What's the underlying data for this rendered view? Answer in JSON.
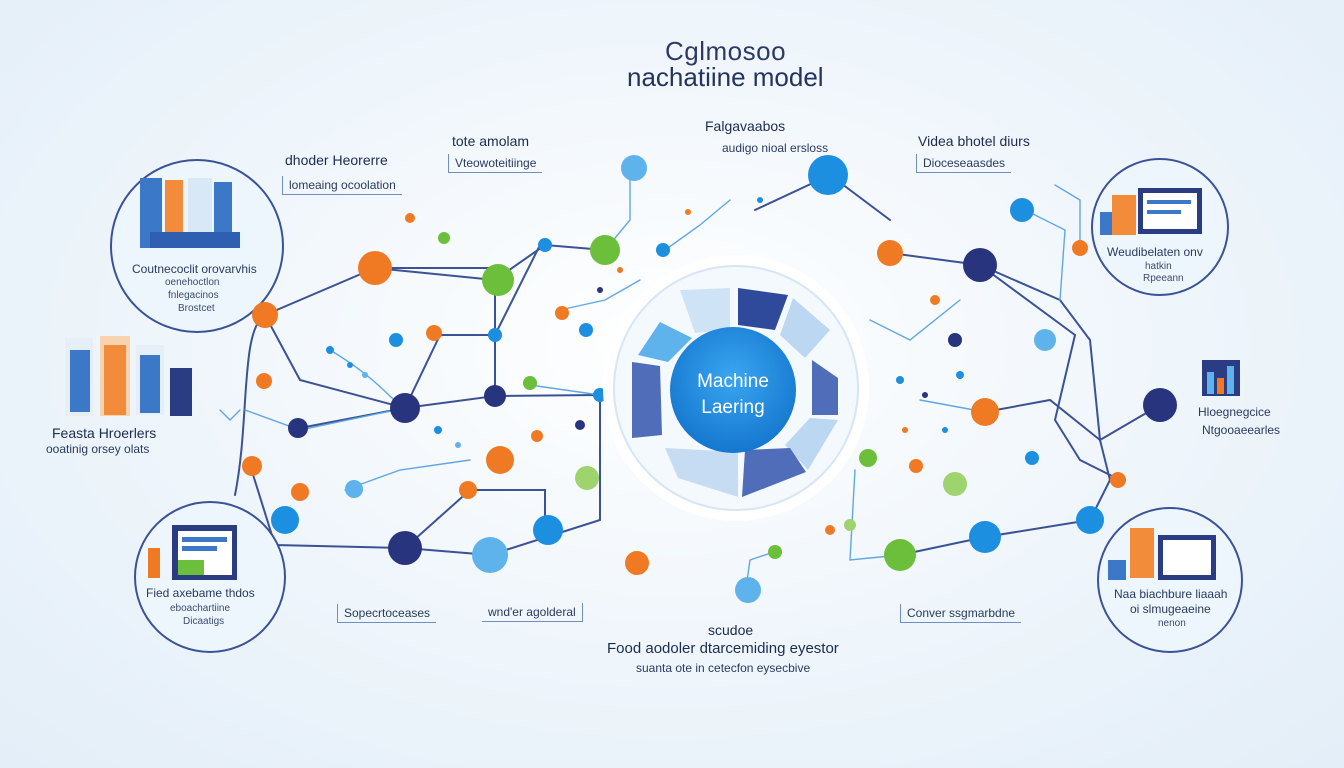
{
  "title": {
    "line1": "Cglmosoo",
    "line2": "nachatiine model"
  },
  "center": {
    "line1": "Machine",
    "line2": "Laering"
  },
  "labels": {
    "top_left_head": "dhoder Heorerre",
    "top_left_sub": "lomeaing ocoolation",
    "top_mid_head": "tote amolam",
    "top_mid_sub": "Vteowoteitiinge",
    "top_center_head": "Falgavaabos",
    "top_center_sub": "audigo nioal ersloss",
    "top_right_head": "Videa bhotel diurs",
    "top_right_sub": "Dioceseaasdes",
    "left_circle1_l1": "Coutnecoclit orovarvhis",
    "left_circle1_l2": "oenehoctlon",
    "left_circle1_l3": "fnlegacinos",
    "left_circle1_l4": "Brostcet",
    "left_mid_l1": "Feasta Hroerlers",
    "left_mid_l2": "ooatinig orsey olats",
    "left_circle2_l1": "Fied axebame thdos",
    "left_circle2_l2": "eboachartiine",
    "left_circle2_l3": "Dicaatigs",
    "right_circle1_l1": "Weudibelaten onv",
    "right_circle1_l2": "hatkin",
    "right_circle1_l3": "Rpeeann",
    "right_mid_l1": "Hloegnegcice",
    "right_mid_l2": "Ntgooaeearles",
    "right_circle2_l1": "Naa biachbure liaaah",
    "right_circle2_l2": "oi slmugeaeine",
    "right_circle2_l3": "nenon",
    "bottom_left": "Sopecrtoceases",
    "bottom_mid_left": "wnd'er agolderal",
    "bottom_right": "Conver ssgmarbdne",
    "bottom_title_small": "scudoe",
    "bottom_title": "Food aodoler dtarcemiding eyestor",
    "bottom_sub": "suanta ote in cetecfon eysecbive"
  },
  "colors": {
    "orange": "#f07a24",
    "green": "#6bbf3a",
    "light_green": "#9fd36e",
    "navy": "#28357e",
    "blue": "#1d8fe0",
    "light_blue": "#5fb3ec",
    "line": "#3b5296",
    "ring": "#ffffff"
  }
}
